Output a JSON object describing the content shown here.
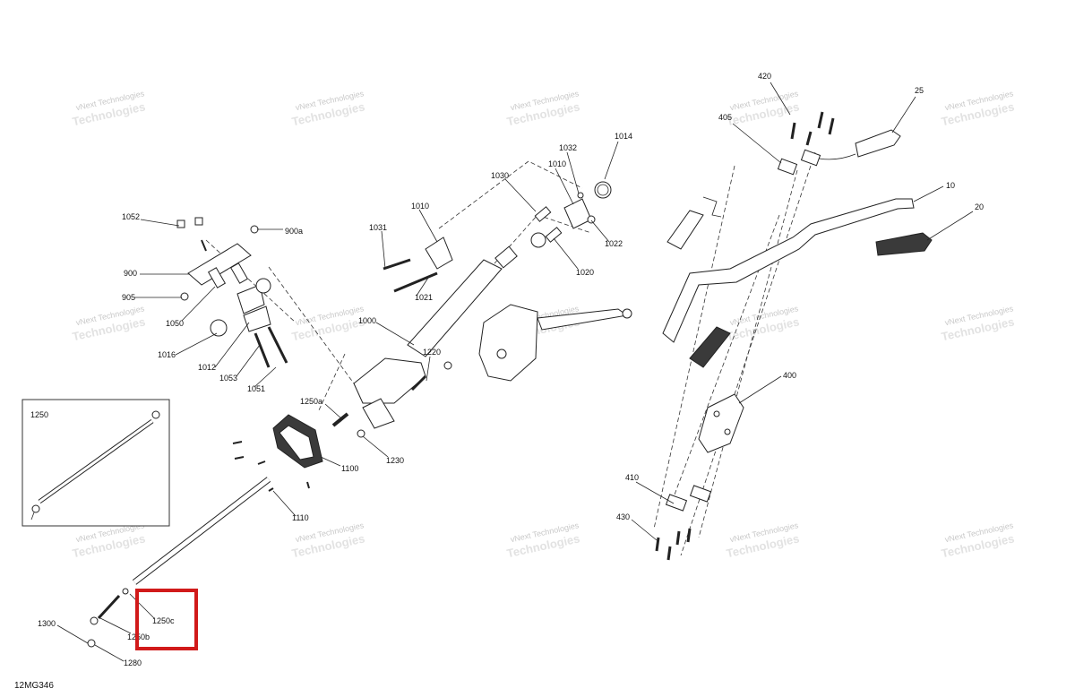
{
  "diagram_id": "12MG346",
  "inset_label": "1250",
  "watermark_line1": "vNext Technologies",
  "watermark_line2": "Technologies",
  "highlighted_part": "1250c",
  "part_labels": {
    "p420": "420",
    "p25": "25",
    "p405": "405",
    "p10": "10",
    "p20": "20",
    "p400": "400",
    "p410": "410",
    "p430": "430",
    "p1014": "1014",
    "p1032": "1032",
    "p1010a": "1010",
    "p1030": "1030",
    "p1010b": "1010",
    "p1031": "1031",
    "p1022": "1022",
    "p1020": "1020",
    "p1021": "1021",
    "p1000": "1000",
    "p1220": "1220",
    "p1250a": "1250a",
    "p1230": "1230",
    "p1100": "1100",
    "p1110": "1110",
    "p1052": "1052",
    "p900a": "900a",
    "p900": "900",
    "p905": "905",
    "p1050": "1050",
    "p1016": "1016",
    "p1012": "1012",
    "p1053": "1053",
    "p1051": "1051",
    "p1300": "1300",
    "p1250b": "1250b",
    "p1250c": "1250c",
    "p1280": "1280"
  }
}
